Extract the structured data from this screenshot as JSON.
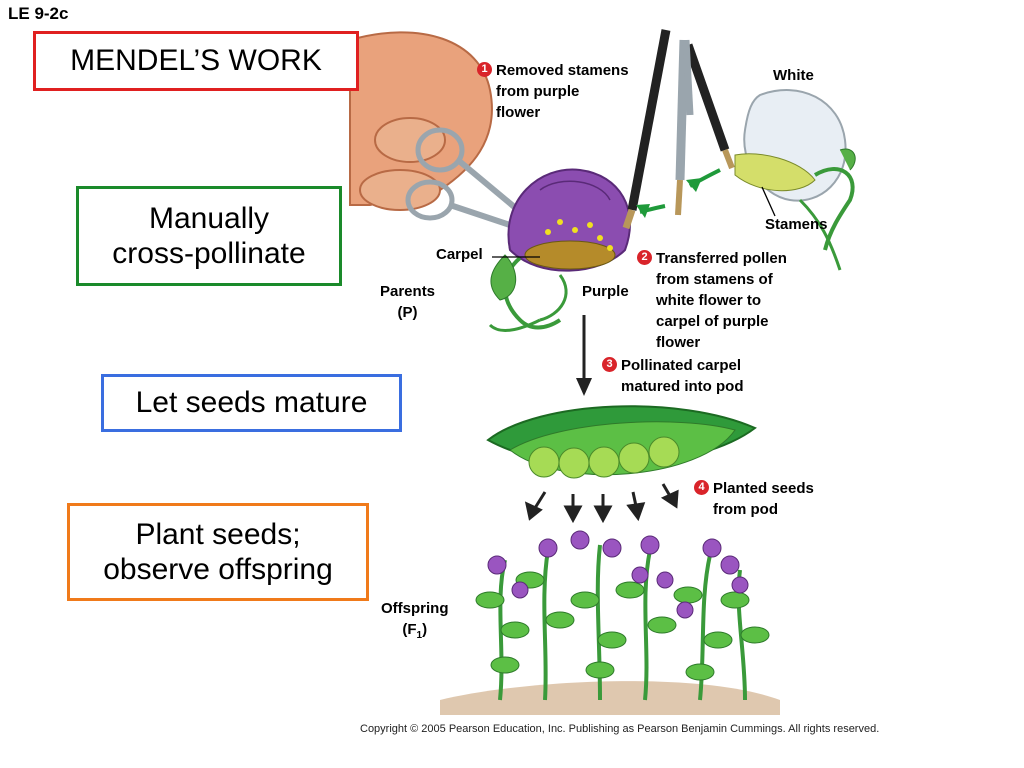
{
  "slide_id": "LE 9-2c",
  "boxes": {
    "title": "MENDEL’S WORK",
    "cross_pollinate": [
      "Manually",
      "cross-pollinate"
    ],
    "seeds_mature": "Let seeds mature",
    "plant_seeds": [
      "Plant seeds;",
      "observe offspring"
    ]
  },
  "steps": [
    {
      "num": "1",
      "lines": [
        "Removed stamens",
        "from purple",
        "flower"
      ]
    },
    {
      "num": "2",
      "lines": [
        "Transferred pollen",
        "from stamens of",
        "white flower to",
        "carpel of purple",
        "flower"
      ]
    },
    {
      "num": "3",
      "lines": [
        "Pollinated carpel",
        "matured into pod"
      ]
    },
    {
      "num": "4",
      "lines": [
        "Planted seeds",
        "from pod"
      ]
    }
  ],
  "labels": {
    "white": "White",
    "stamens": "Stamens",
    "carpel": "Carpel",
    "purple": "Purple",
    "parents": [
      "Parents",
      "(P)"
    ],
    "offspring": "Offspring",
    "offspring_gen": "(F",
    "offspring_sub": "1",
    "offspring_close": ")"
  },
  "copyright": "Copyright © 2005 Pearson Education, Inc. Publishing as Pearson Benjamin Cummings. All rights reserved.",
  "colors": {
    "title_border": "#e02020",
    "cross_border": "#1a8a2a",
    "mature_border": "#3a6ee0",
    "plant_border": "#f07a1a",
    "step_badge": "#d9242a"
  }
}
